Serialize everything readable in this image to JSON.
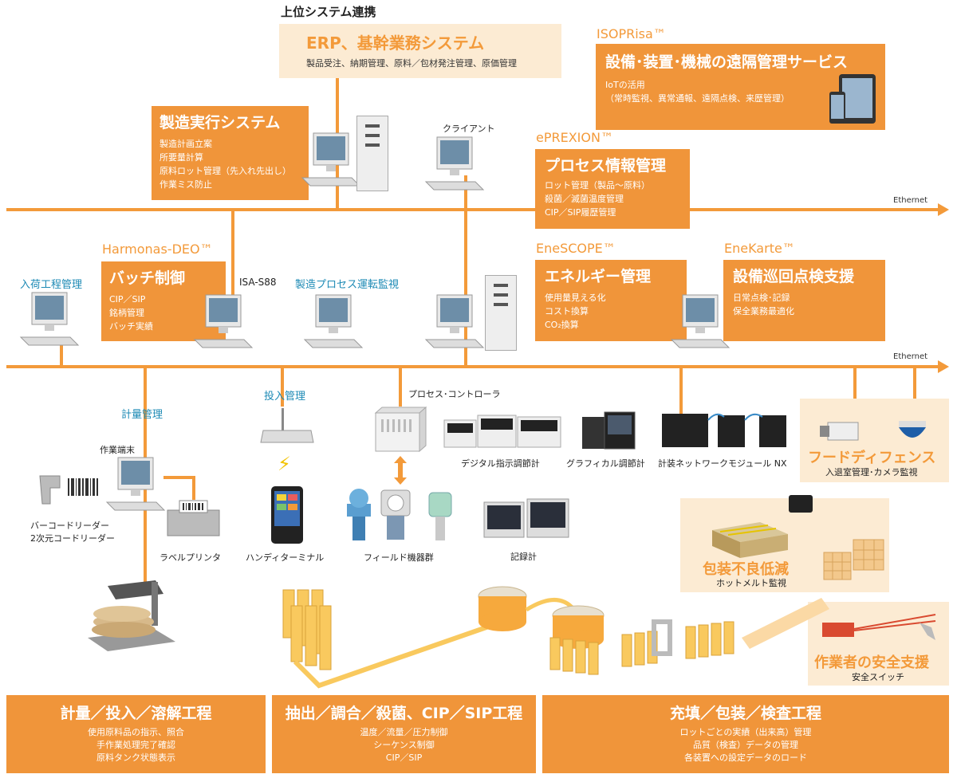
{
  "top_title": "上位システム連携",
  "erp": {
    "title": "ERP、基幹業務システム",
    "sub": "製品受注、納期管理、原料／包材発注管理、原価管理"
  },
  "isoprisa": {
    "product": "ISOPRisa™",
    "title": "設備･装置･機械の遠隔管理サービス",
    "lines": [
      "IoTの活用",
      "（常時監視、異常通報、遠隔点検、来歴管理）"
    ]
  },
  "mes": {
    "title": "製造実行システム",
    "lines": [
      "製造計画立案",
      "所要量計算",
      "原料ロット管理（先入れ先出し）",
      "作業ミス防止"
    ]
  },
  "client_label": "クライアント",
  "eprexion": {
    "product": "ePREXION™",
    "title": "プロセス情報管理",
    "lines": [
      "ロット管理（製品～原料）",
      "殺菌／滅菌温度管理",
      "CIP／SIP履歴管理"
    ]
  },
  "ethernet": [
    "Ethernet",
    "Ethernet"
  ],
  "harmonas": {
    "product": "Harmonas-DEO™",
    "title": "バッチ制御",
    "lines": [
      "CIP／SIP",
      "銘柄管理",
      "バッチ実績"
    ]
  },
  "receiving_label": "入荷工程管理",
  "isa_label": "ISA-S88",
  "process_monitor_label": "製造プロセス運転監視",
  "enescope": {
    "product": "EneSCOPE™",
    "title": "エネルギー管理",
    "lines": [
      "使用量見える化",
      "コスト換算",
      "CO₂換算"
    ]
  },
  "enekarte": {
    "product": "EneKarte™",
    "title": "設備巡回点検支援",
    "lines": [
      "日常点検･記録",
      "保全業務最適化"
    ]
  },
  "weighing_label": "計量管理",
  "input_label": "投入管理",
  "controller_label": "プロセス･コントローラ",
  "terminal_label": "作業端末",
  "barcode_label": [
    "バーコードリーダー",
    "2次元コードリーダー"
  ],
  "label_printer": "ラベルプリンタ",
  "handy_terminal": "ハンディターミナル",
  "field_devices": "フィールド機器群",
  "digital_controller": "デジタル指示調節計",
  "graphical_controller": "グラフィカル調節計",
  "network_module": "計装ネットワークモジュール NX",
  "recorder": "記録計",
  "food_defense": {
    "title": "フードディフェンス",
    "sub": "入退室管理･カメラ監視"
  },
  "packaging": {
    "title": "包装不良低減",
    "sub": "ホットメルト監視"
  },
  "safety": {
    "title": "作業者の安全支援",
    "sub": "安全スイッチ"
  },
  "process1": {
    "title": "計量／投入／溶解工程",
    "lines": [
      "使用原料品の指示、照合",
      "手作業処理完了確認",
      "原料タンク状態表示"
    ]
  },
  "process2": {
    "title": "抽出／調合／殺菌、CIP／SIP工程",
    "lines": [
      "温度／流量／圧力制御",
      "シーケンス制御",
      "CIP／SIP"
    ]
  },
  "process3": {
    "title": "充填／包装／検査工程",
    "lines": [
      "ロットごとの実績（出来高）管理",
      "品質（検査）データの管理",
      "各装置への設定データのロード"
    ]
  },
  "colors": {
    "accent": "#f0953a",
    "pale": "#fcebd3",
    "blue_label": "#1d8ab5"
  }
}
